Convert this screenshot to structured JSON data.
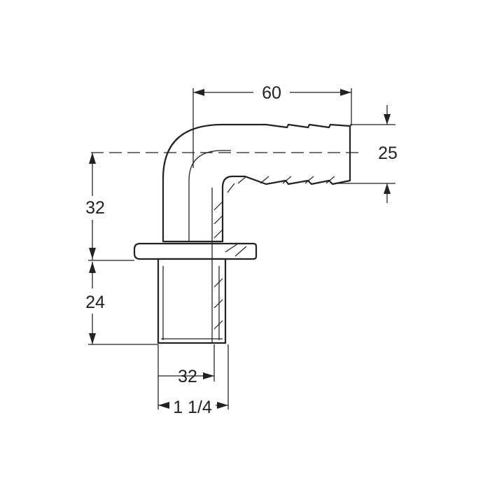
{
  "dimensions": {
    "top_width": "60",
    "hose_diameter": "25",
    "upper_height": "32",
    "thread_height": "24",
    "bore": "32",
    "thread_size": "1 1/4"
  },
  "colors": {
    "line": "#222222",
    "background": "#ffffff"
  }
}
